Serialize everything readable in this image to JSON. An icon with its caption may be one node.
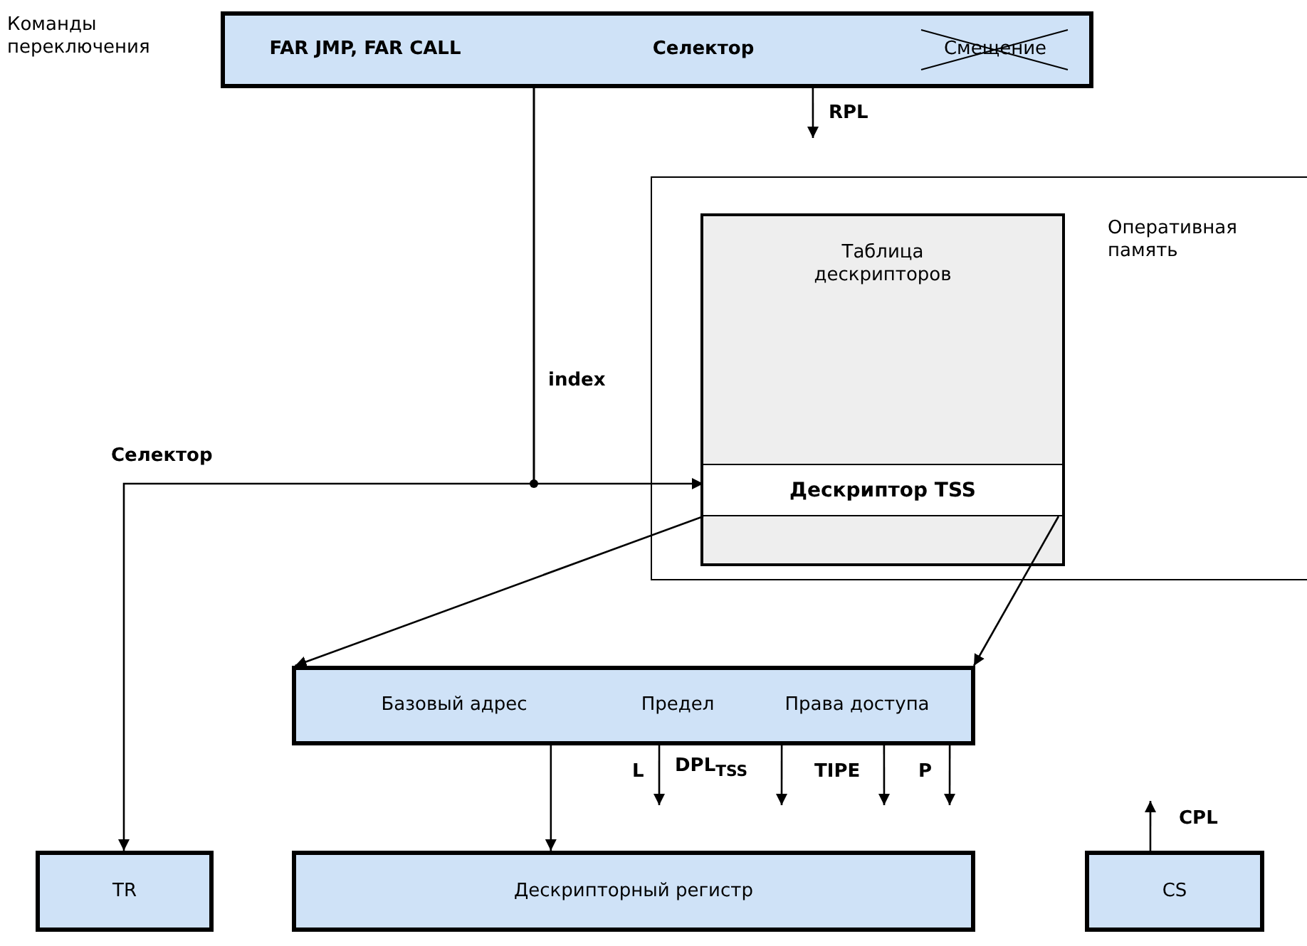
{
  "diagram": {
    "nodes": [
      {
        "text": [
          "FAR JMP, FAR CALL"
        ]
      },
      {
        "text": [
          "Селектор"
        ]
      },
      {
        "text": [
          "Смещение"
        ]
      },
      {
        "text": [
          "Оперативная память"
        ]
      },
      {
        "text": [
          "Таблица дескрипторов"
        ],
        "in": 3
      },
      {
        "text": [
          "Дескриптор TSS"
        ],
        "in": 4
      },
      {
        "text": [
          "Базовый адрес"
        ]
      },
      {
        "text": [
          "Предел"
        ]
      },
      {
        "text": [
          "Права доступа"
        ]
      },
      {
        "text": [
          "TR"
        ]
      },
      {
        "text": [
          "Дескрипторный регистр"
        ]
      },
      {
        "text": [
          "CS"
        ]
      }
    ],
    "edges": [
      {
        "from": 1,
        "to": 5,
        "arrow": "to",
        "label": "index"
      },
      {
        "from": 1,
        "to": 9,
        "arrow": "to",
        "label": "Селектор"
      },
      {
        "from": 1,
        "to": null,
        "arrow": "to",
        "label": "RPL"
      },
      {
        "from": 5,
        "to": 6,
        "arrow": "to"
      },
      {
        "from": 5,
        "to": 8,
        "arrow": "to"
      },
      {
        "from": 6,
        "to": 10,
        "arrow": "to"
      },
      {
        "from": 7,
        "to": null,
        "arrow": "to",
        "label": "L"
      },
      {
        "from": 8,
        "to": null,
        "arrow": "to",
        "label": "DPL$_{TSS}$"
      },
      {
        "from": 8,
        "to": null,
        "arrow": "to",
        "label": "TIPE"
      },
      {
        "from": 8,
        "to": null,
        "arrow": "to",
        "label": "P"
      },
      {
        "from": 11,
        "to": null,
        "arrow": "to",
        "label": "CPL"
      }
    ],
    "labels": [
      "Команды переключения"
    ]
  }
}
